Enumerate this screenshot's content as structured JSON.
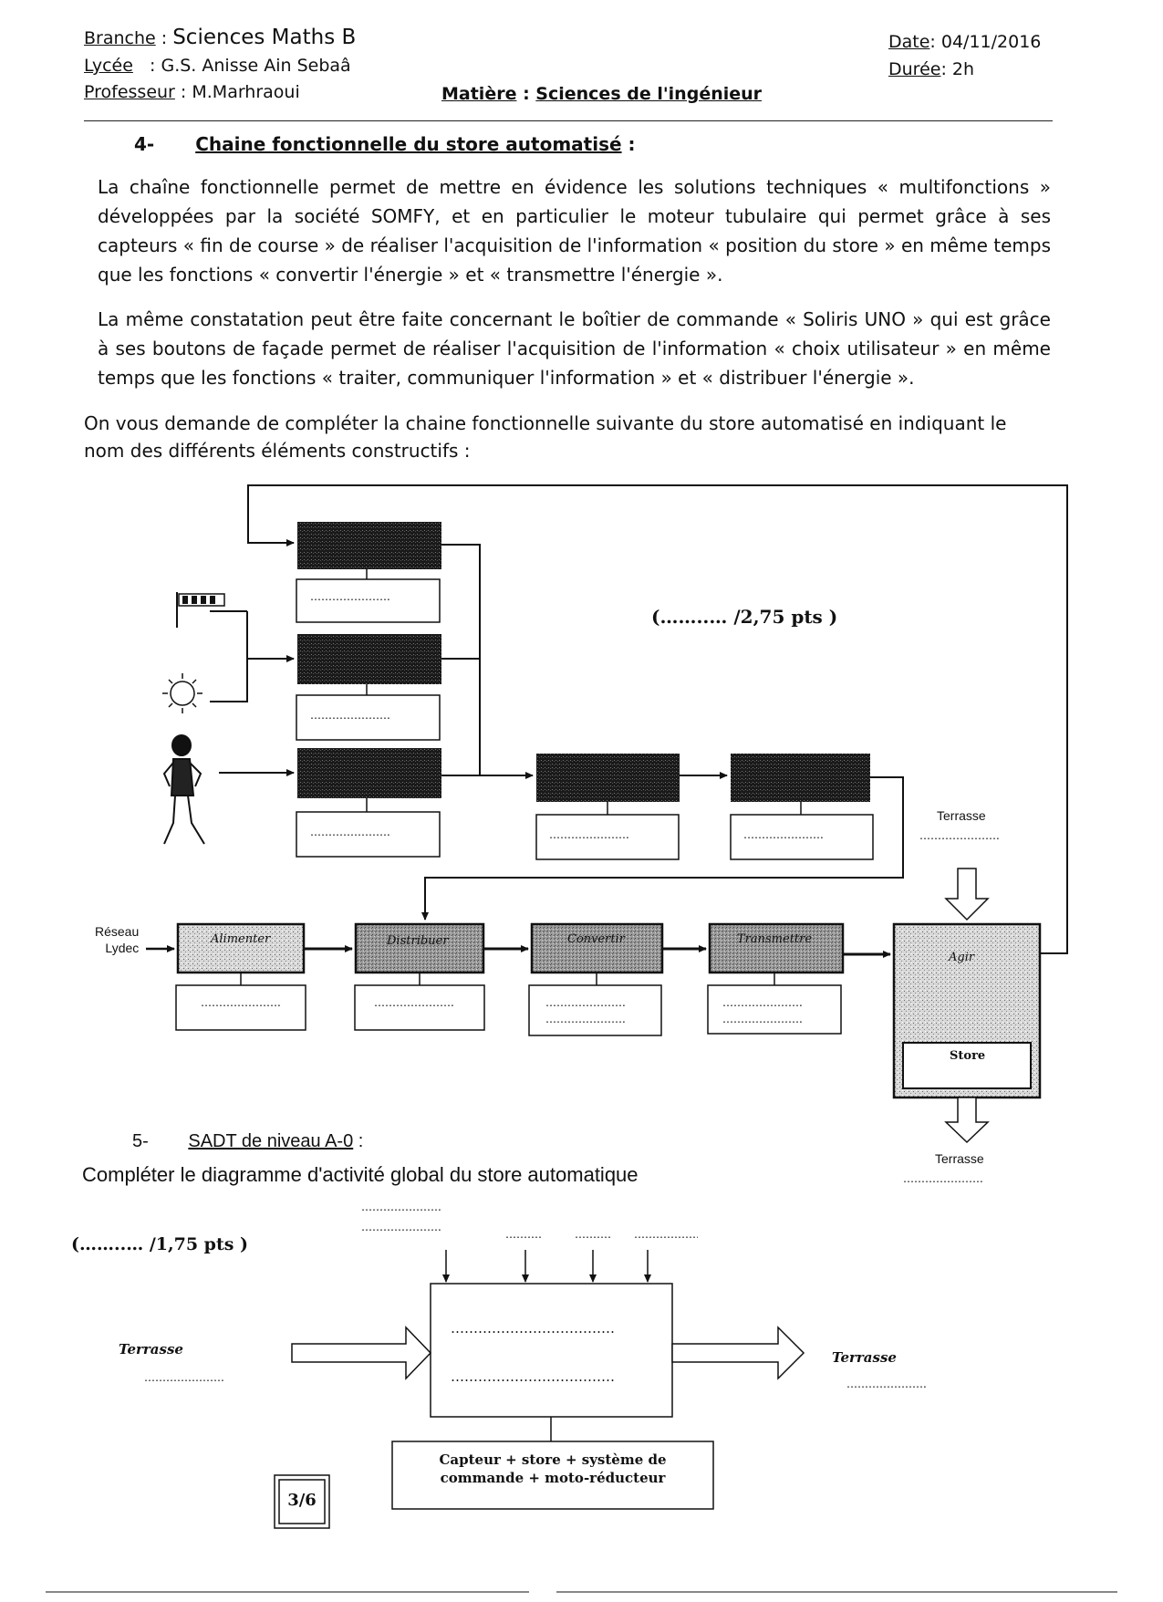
{
  "header": {
    "branche_label": "Branche",
    "branche_value": "Sciences Maths B",
    "lycee_label": "Lycée",
    "lycee_value": ": G.S. Anisse Ain Sebaâ",
    "prof_label": "Professeur",
    "prof_value": ": M.Marhraoui",
    "matiere_label": "Matière",
    "matiere_value": "Sciences de l'ingénieur",
    "date_label": "Date",
    "date_value": ": 04/11/2016",
    "duree_label": "Durée",
    "duree_value": ": 2h"
  },
  "section4": {
    "number": "4-",
    "title": "Chaine fonctionnelle du store automatisé",
    "title_suffix": ":",
    "para1": "La chaîne fonctionnelle permet de mettre en évidence les solutions techniques « multifonctions » développées par la société SOMFY, et en particulier le moteur tubulaire qui permet grâce à ses capteurs « fin de course » de réaliser l'acquisition de l'information « position du store » en même temps que les fonctions « convertir l'énergie » et « transmettre l'énergie ».",
    "para2": "La même constatation peut être faite concernant le boîtier de commande « Soliris UNO » qui est grâce à ses boutons de façade permet de réaliser l'acquisition de l'information « choix utilisateur » en même temps que les fonctions « traiter, communiquer l'information » et « distribuer l'énergie ».",
    "instruction": "On vous demande de compléter la chaine fonctionnelle suivante du store automatisé en indiquant le nom des différents éléments constructifs :",
    "points": "(……..… /2,75 pts )",
    "dots": "………………….",
    "energy_source": [
      "Réseau",
      "Lydec"
    ],
    "energy_blocks": [
      "Alimenter",
      "Distribuer",
      "Convertir",
      "Transmettre"
    ],
    "agir": "Agir",
    "store": "Store",
    "terrasse": "Terrasse"
  },
  "section5": {
    "number": "5-",
    "title": "SADT de niveau A-0",
    "title_suffix": ":",
    "instruction": "Compléter le diagramme d'activité global du store automatique",
    "points": "(……..… /1,75 pts )",
    "input_label": "Terrasse",
    "output_label": "Terrasse",
    "support": "Capteur + store + système de commande + moto-réducteur",
    "dots": "………………………………"
  },
  "footer": {
    "page": "3/6"
  }
}
